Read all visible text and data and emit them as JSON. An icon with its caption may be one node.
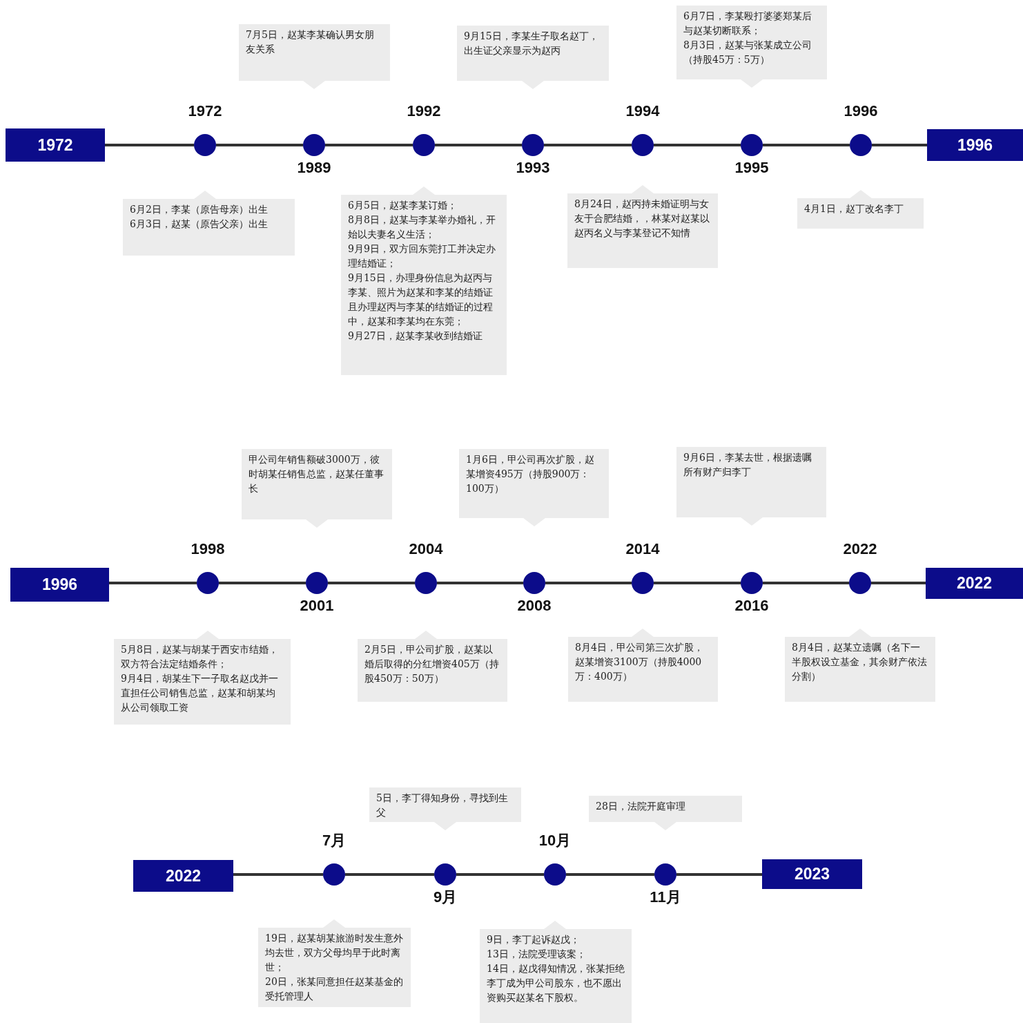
{
  "diagram": {
    "nodes": [
      {
        "text": [
          "1972"
        ]
      },
      {
        "text": [],
        "shape": "circle",
        "beside": [
          "1972"
        ]
      },
      {
        "text": [],
        "shape": "circle",
        "beside": [
          "1989"
        ]
      },
      {
        "text": [],
        "shape": "circle",
        "beside": [
          "1992"
        ]
      },
      {
        "text": [],
        "shape": "circle",
        "beside": [
          "1993"
        ]
      },
      {
        "text": [],
        "shape": "circle",
        "beside": [
          "1994"
        ]
      },
      {
        "text": [],
        "shape": "circle",
        "beside": [
          "1995"
        ]
      },
      {
        "text": [],
        "shape": "circle",
        "beside": [
          "1996"
        ]
      },
      {
        "text": [
          "1996"
        ]
      },
      {
        "text": [
          "6月2日，李某（原告母亲）出生",
          "6月3日，赵某（原告父亲）出生"
        ]
      },
      {
        "text": [
          "7月5日，赵某李某确认男女朋友关系"
        ]
      },
      {
        "text": [
          "6月5日，赵某李某订婚；",
          "8月8日，赵某与李某举办婚礼，开始以夫妻名义生活；",
          "9月9日，双方回东莞打工并决定办理结婚证；",
          "9月15日，办理身份信息为赵丙与李某、照片为赵某和李某的结婚证且办理赵丙与李某的结婚证的过程中，赵某和李某均在东莞；",
          "9月27日，赵某李某收到结婚证"
        ]
      },
      {
        "text": [
          "9月15日，李某生子取名赵丁，出生证父亲显示为赵丙"
        ]
      },
      {
        "text": [
          "8月24日，赵丙持未婚证明与女友于合肥结婚，，林某对赵某以赵丙名义与李某登记不知情"
        ]
      },
      {
        "text": [
          "6月7日，李某殴打婆婆郑某后与赵某切断联系；",
          "8月3日，赵某与张某成立公司（持股45万：5万）"
        ]
      },
      {
        "text": [
          "4月1日，赵丁改名李丁"
        ]
      },
      {
        "text": [
          "1996"
        ]
      },
      {
        "text": [],
        "shape": "circle",
        "beside": [
          "1998"
        ]
      },
      {
        "text": [],
        "shape": "circle",
        "beside": [
          "2001"
        ]
      },
      {
        "text": [],
        "shape": "circle",
        "beside": [
          "2004"
        ]
      },
      {
        "text": [],
        "shape": "circle",
        "beside": [
          "2008"
        ]
      },
      {
        "text": [],
        "shape": "circle",
        "beside": [
          "2014"
        ]
      },
      {
        "text": [],
        "shape": "circle",
        "beside": [
          "2016"
        ]
      },
      {
        "text": [],
        "shape": "circle",
        "beside": [
          "2022"
        ]
      },
      {
        "text": [
          "2022"
        ]
      },
      {
        "text": [
          "5月8日，赵某与胡某于西安市结婚，双方符合法定结婚条件；",
          "9月4日，胡某生下一子取名赵戊并一直担任公司销售总监，赵某和胡某均从公司领取工资"
        ]
      },
      {
        "text": [
          "甲公司年销售额破3000万，彼时胡某任销售总监，赵某任董事长"
        ]
      },
      {
        "text": [
          "2月5日，甲公司扩股，赵某以婚后取得的分红增资405万（持股450万：50万）"
        ]
      },
      {
        "text": [
          "1月6日，甲公司再次扩股，赵某增资495万（持股900万：100万）"
        ]
      },
      {
        "text": [
          "8月4日，甲公司第三次扩股，赵某增资3100万（持股4000万：400万）"
        ]
      },
      {
        "text": [
          "9月6日，李某去世，根据遗嘱所有财产归李丁"
        ]
      },
      {
        "text": [
          "8月4日，赵某立遗嘱（名下一半股权设立基金，其余财产依法分割）"
        ]
      },
      {
        "text": [
          "2022"
        ]
      },
      {
        "text": [],
        "shape": "circle",
        "beside": [
          "7月"
        ]
      },
      {
        "text": [],
        "shape": "circle",
        "beside": [
          "9月"
        ]
      },
      {
        "text": [],
        "shape": "circle",
        "beside": [
          "10月"
        ]
      },
      {
        "text": [],
        "shape": "circle",
        "beside": [
          "11月"
        ]
      },
      {
        "text": [
          "2023"
        ]
      },
      {
        "text": [
          "19日，赵某胡某旅游时发生意外均去世，双方父母均早于此时离世；",
          "20日，张某同意担任赵某基金的受托管理人"
        ]
      },
      {
        "text": [
          "5日，李丁得知身份，寻找到生父"
        ]
      },
      {
        "text": [
          "9日，李丁起诉赵戊；",
          "13日，法院受理该案；",
          "14日，赵戊得知情况，张某拒绝李丁成为甲公司股东，也不愿出资购买赵某名下股权。"
        ]
      },
      {
        "text": [
          "28日，法院开庭审理"
        ]
      }
    ],
    "edges": [
      {
        "from": 0,
        "to": 1,
        "arrow": "none"
      },
      {
        "from": 1,
        "to": 2,
        "arrow": "none"
      },
      {
        "from": 2,
        "to": 3,
        "arrow": "none"
      },
      {
        "from": 3,
        "to": 4,
        "arrow": "none"
      },
      {
        "from": 4,
        "to": 5,
        "arrow": "none"
      },
      {
        "from": 5,
        "to": 6,
        "arrow": "none"
      },
      {
        "from": 6,
        "to": 7,
        "arrow": "none"
      },
      {
        "from": 7,
        "to": 8,
        "arrow": "none"
      },
      {
        "from": 16,
        "to": 17,
        "arrow": "none"
      },
      {
        "from": 17,
        "to": 18,
        "arrow": "none"
      },
      {
        "from": 18,
        "to": 19,
        "arrow": "none"
      },
      {
        "from": 19,
        "to": 20,
        "arrow": "none"
      },
      {
        "from": 20,
        "to": 21,
        "arrow": "none"
      },
      {
        "from": 21,
        "to": 22,
        "arrow": "none"
      },
      {
        "from": 22,
        "to": 23,
        "arrow": "none"
      },
      {
        "from": 23,
        "to": 24,
        "arrow": "none"
      },
      {
        "from": 32,
        "to": 33,
        "arrow": "none"
      },
      {
        "from": 33,
        "to": 34,
        "arrow": "none"
      },
      {
        "from": 34,
        "to": 35,
        "arrow": "none"
      },
      {
        "from": 35,
        "to": 36,
        "arrow": "none"
      },
      {
        "from": 36,
        "to": 37,
        "arrow": "none"
      }
    ]
  }
}
